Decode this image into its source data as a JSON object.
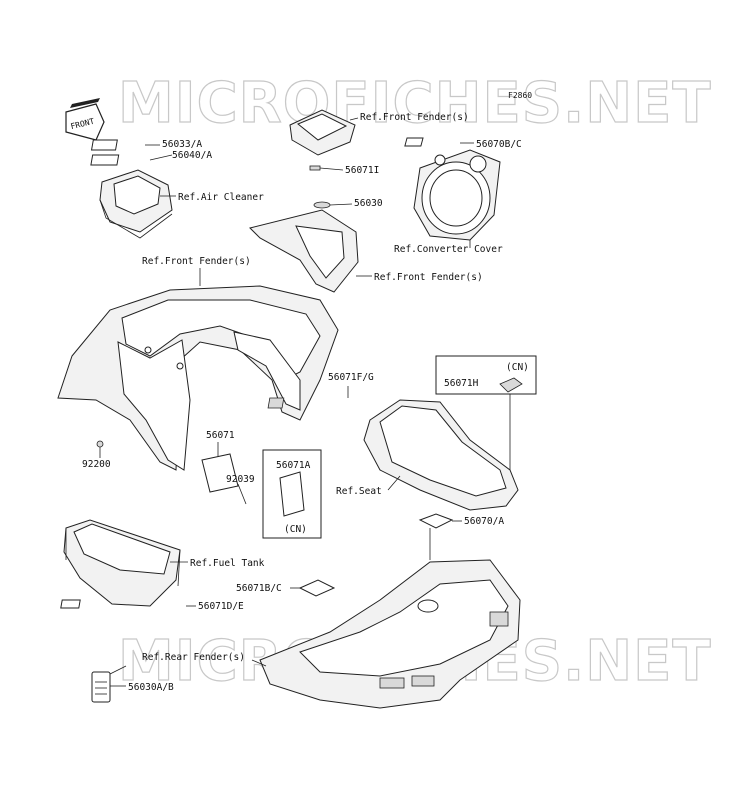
{
  "figure_code": "F2860",
  "front_arrow_label": "FRONT",
  "watermarks": [
    "MICROFICHES.NET",
    "MICROFICHES.NET"
  ],
  "labels": {
    "l_56033A": "56033/A",
    "l_56040A": "56040/A",
    "l_ref_air_cleaner": "Ref.Air Cleaner",
    "l_ref_front_fender_top": "Ref.Front Fender(s)",
    "l_56071I": "56071I",
    "l_56070BC": "56070B/C",
    "l_56030": "56030",
    "l_ref_converter_cover": "Ref.Converter Cover",
    "l_ref_front_fender_mid": "Ref.Front Fender(s)",
    "l_ref_front_fender_left": "Ref.Front Fender(s)",
    "l_cn_top": "(CN)",
    "l_56071H": "56071H",
    "l_56071FG": "56071F/G",
    "l_56071": "56071",
    "l_56071A": "56071A",
    "l_92200": "92200",
    "l_92039": "92039",
    "l_ref_seat": "Ref.Seat",
    "l_cn_box": "(CN)",
    "l_56070A": "56070/A",
    "l_ref_fuel_tank": "Ref.Fuel Tank",
    "l_56071BC": "56071B/C",
    "l_56071DE": "56071D/E",
    "l_ref_rear_fender": "Ref.Rear Fender(s)",
    "l_56030AB": "56030A/B"
  }
}
